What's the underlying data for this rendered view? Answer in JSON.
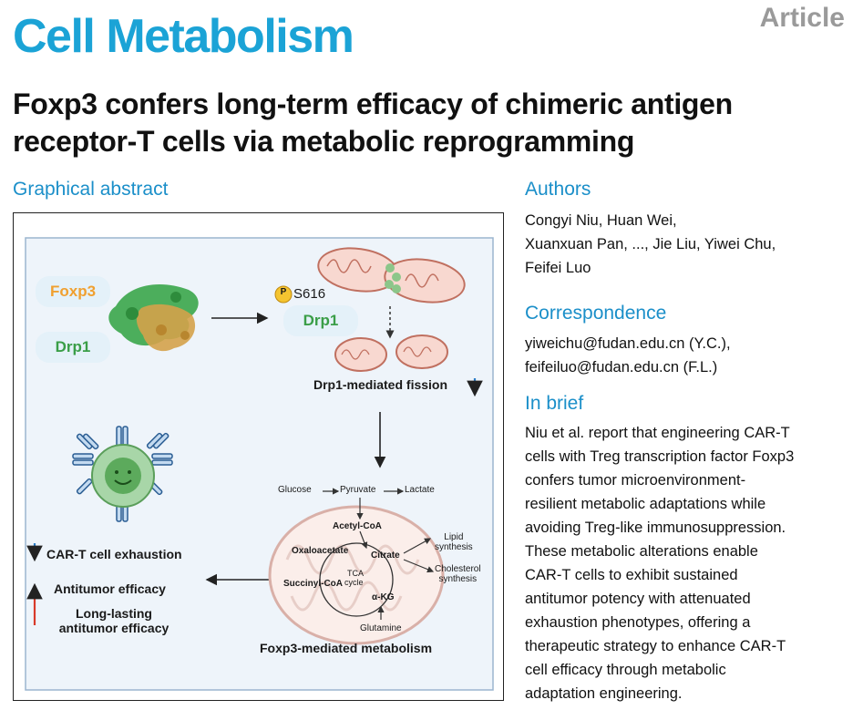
{
  "header": {
    "journal": "Cell Metabolism",
    "article_type": "Article",
    "title": "Foxp3 confers long-term efficacy of chimeric antigen receptor-T cells via metabolic reprogramming"
  },
  "sections": {
    "graphical_abstract": "Graphical abstract",
    "authors_heading": "Authors",
    "correspondence_heading": "Correspondence",
    "in_brief_heading": "In brief"
  },
  "authors": {
    "line1": "Congyi Niu, Huan Wei,",
    "line2": "Xuanxuan Pan, ..., Jie Liu, Yiwei Chu,",
    "line3": "Feifei Luo"
  },
  "correspondence": {
    "line1": "yiweichu@fudan.edu.cn (Y.C.),",
    "line2": "feifeiluo@fudan.edu.cn (F.L.)"
  },
  "in_brief": [
    "Niu et al. report that engineering CAR-T",
    "cells with Treg transcription factor Foxp3",
    "confers tumor microenvironment-",
    "resilient metabolic adaptations while",
    "avoiding Treg-like immunosuppression.",
    "These metabolic alterations enable",
    "CAR-T cells to exhibit sustained",
    "antitumor potency with attenuated",
    "exhaustion phenotypes, offering a",
    "therapeutic strategy to enhance CAR-T",
    "cell efficacy through metabolic",
    "adaptation engineering."
  ],
  "abstract_figure": {
    "foxp3": "Foxp3",
    "drp1_left": "Drp1",
    "phospho_mark": "P",
    "phospho_site": "S616",
    "drp1_right": "Drp1",
    "fission_label": "Drp1-mediated fission",
    "metabolites": {
      "glucose": "Glucose",
      "pyruvate": "Pyruvate",
      "lactate": "Lactate",
      "acetyl_coa": "Acetyl-CoA",
      "oxaloacetate": "Oxaloacetate",
      "citrate": "Citrate",
      "tca": "TCA",
      "cycle": "cycle",
      "succinyl_coa": "Succinyl-CoA",
      "akg": "α-KG",
      "glutamine": "Glutamine",
      "lipid1": "Lipid",
      "lipid2": "synthesis",
      "chol1": "Cholesterol",
      "chol2": "synthesis"
    },
    "metabolism_label": "Foxp3-mediated metabolism",
    "exhaustion_label": "CAR-T cell exhaustion",
    "antitumor_label": "Antitumor efficacy",
    "longlasting1": "Long-lasting",
    "longlasting2": "antitumor efficacy",
    "colors": {
      "foxp3": "#f0a030",
      "drp1": "#3a9e48",
      "panel_bg": "#eef4fa",
      "down_arrow": "#2a7cc7",
      "up_arrow": "#d83a2a"
    }
  }
}
